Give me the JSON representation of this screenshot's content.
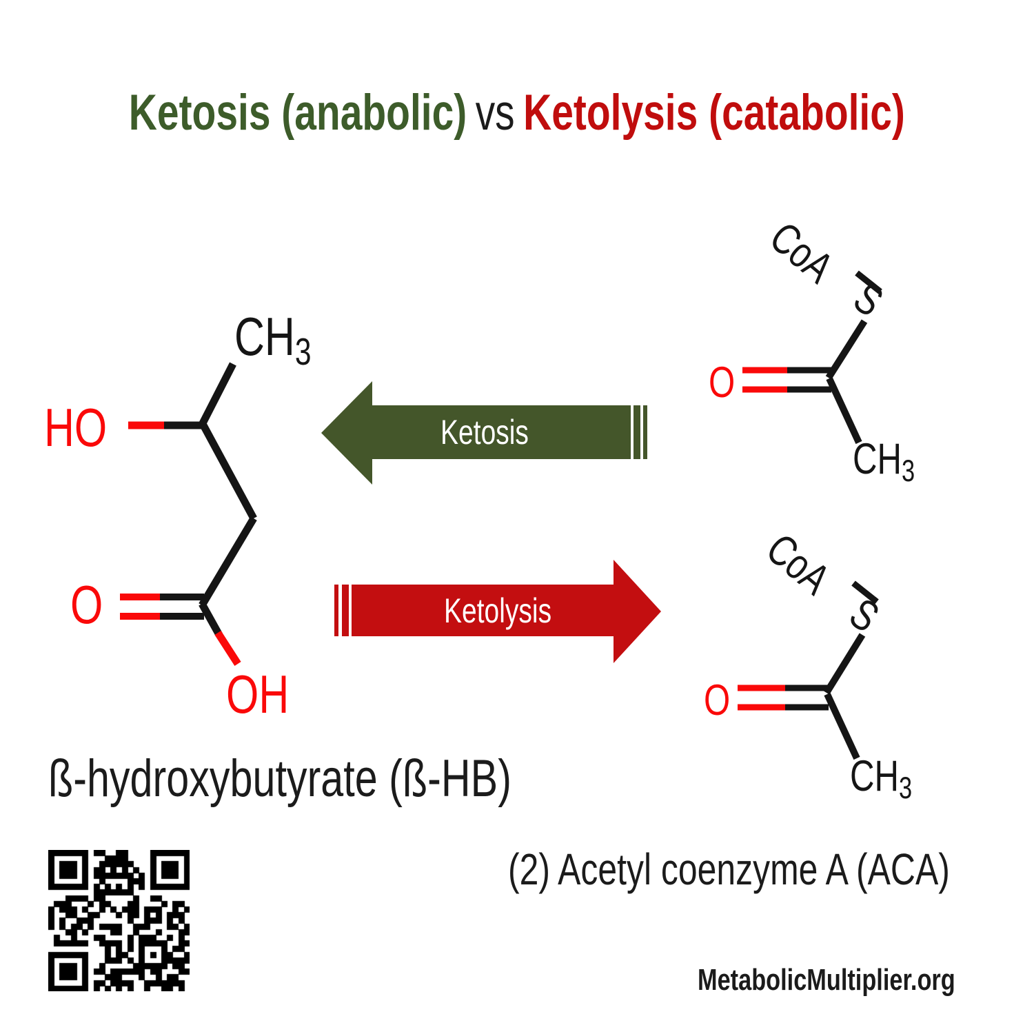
{
  "title": {
    "anabolic": "Ketosis (anabolic)",
    "vs": "vs",
    "catabolic": "Ketolysis (catabolic)"
  },
  "arrows": {
    "ketosis": {
      "label": "Ketosis"
    },
    "ketolysis": {
      "label": "Ketolysis"
    }
  },
  "molecules": {
    "bhb": {
      "ch": "CH",
      "ch_sub": "3",
      "ho": "HO",
      "o": "O",
      "oh": "OH",
      "name": "ß-hydroxybutyrate (ß-HB)"
    },
    "acetyl_coa_top": {
      "coa": "CoA",
      "s": "S",
      "o": "O",
      "ch": "CH",
      "ch_sub": "3"
    },
    "acetyl_coa_bottom": {
      "coa": "CoA",
      "s": "S",
      "o": "O",
      "ch": "CH",
      "ch_sub": "3"
    },
    "acetyl_name": "(2) Acetyl coenzyme A (ACA)"
  },
  "footer": {
    "site": "MetabolicMultiplier.org"
  },
  "colors": {
    "title_green": "#3d5c2a",
    "title_red": "#c00d0d",
    "arrow_green": "#44562a",
    "arrow_red": "#c30e10",
    "structure_red": "#fa0909",
    "structure_black": "#151515",
    "arrow_text": "#ffffff"
  }
}
